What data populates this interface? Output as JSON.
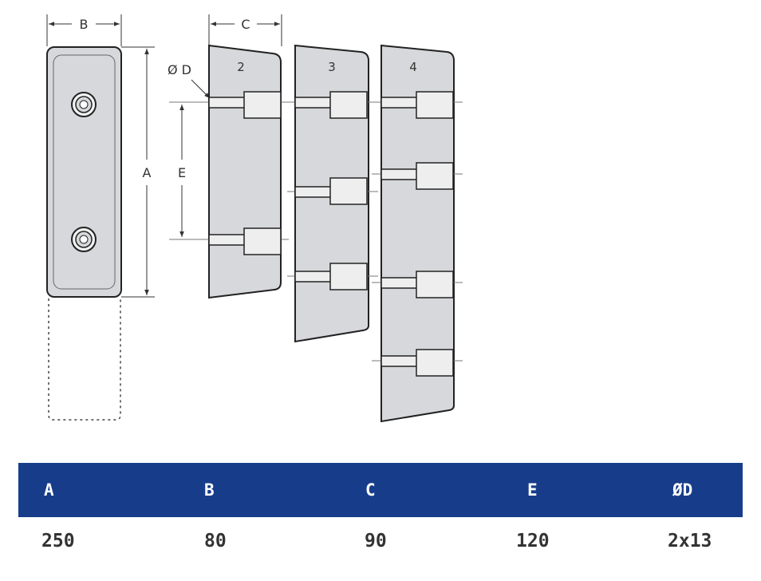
{
  "drawing": {
    "labels": {
      "b": "B",
      "c": "C",
      "a": "A",
      "e": "E",
      "d": "Ø D",
      "variant2": "2",
      "variant3": "3",
      "variant4": "4"
    }
  },
  "table": {
    "colors": {
      "header_bg": "#173d8a",
      "header_text": "#ffffff",
      "value_text": "#333333"
    },
    "headers": [
      "A",
      "B",
      "C",
      "E",
      "ØD"
    ],
    "values": [
      "250",
      "80",
      "90",
      "120",
      "2x13"
    ]
  }
}
